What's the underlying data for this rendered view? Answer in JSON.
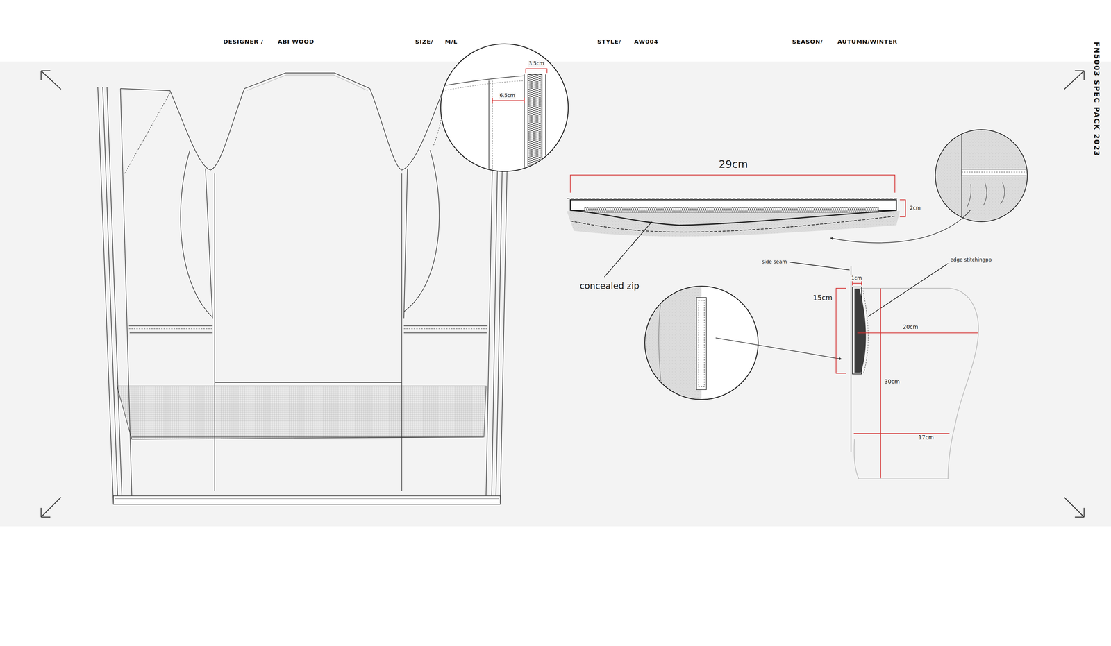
{
  "diagram": {
    "title": "FN5003 SPEC PACK 2023",
    "labels": [
      "DESIGNER /",
      "ABI WOOD",
      "SIZE/",
      "M/L",
      "STYLE/",
      "AW004",
      "SEASON/",
      "AUTUMN/WINTER",
      "3.5cm",
      "6.5cm",
      "29cm",
      "2cm",
      "concealed zip",
      "side seam",
      "edge stitchingpp",
      "1cm",
      "15cm",
      "20cm",
      "30cm",
      "17cm"
    ]
  }
}
